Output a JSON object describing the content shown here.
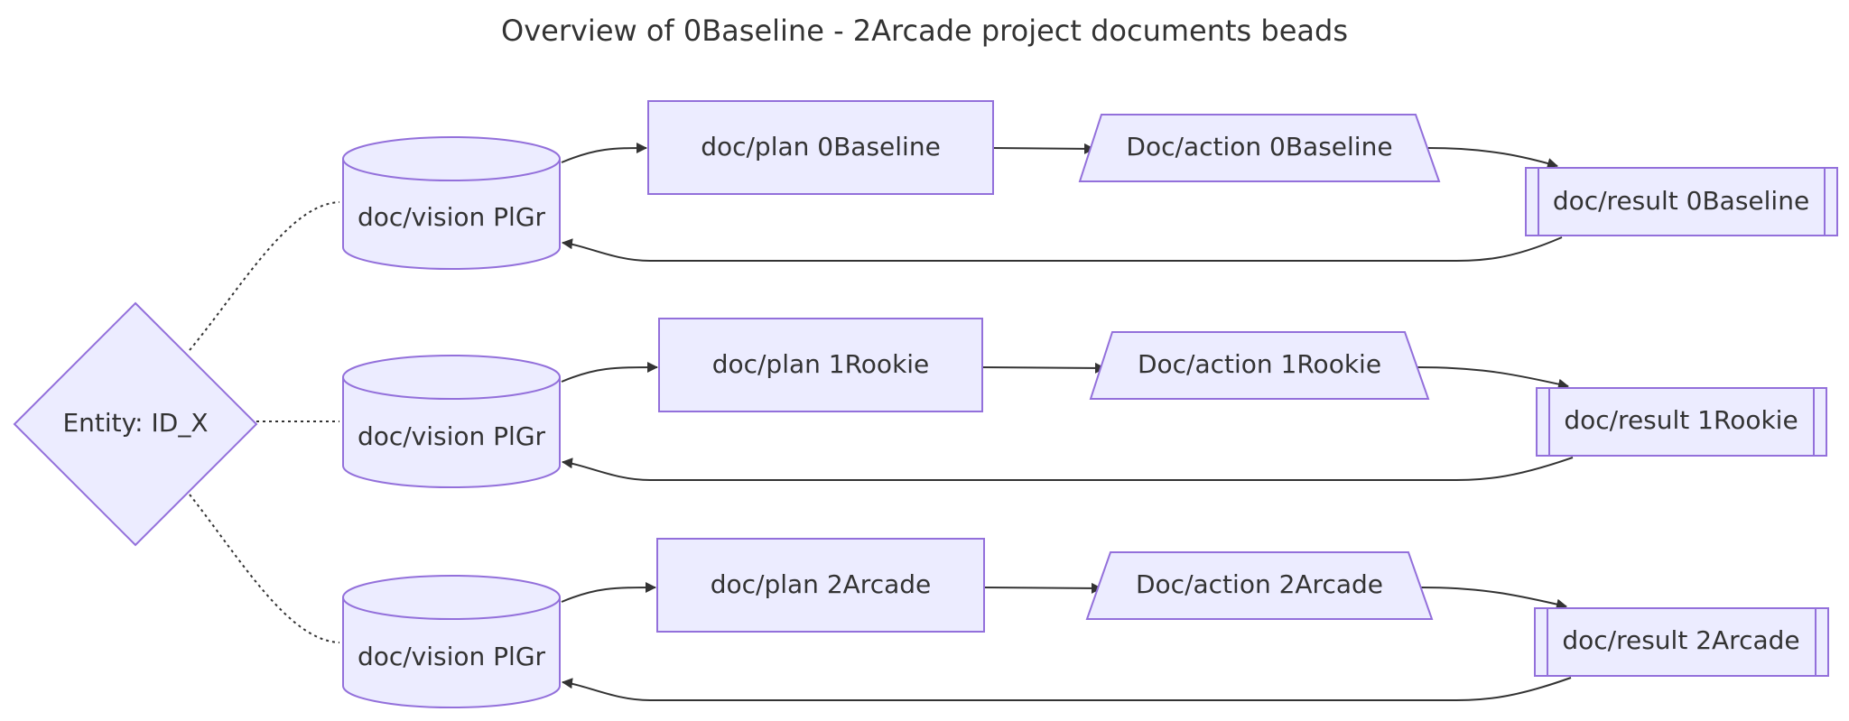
{
  "title": "Overview of 0Baseline - 2Arcade project documents beads",
  "colors": {
    "node_fill": "#ECECFF",
    "node_stroke": "#9370DB",
    "edge": "#333333",
    "text": "#333333"
  },
  "entity": {
    "label": "Entity: ID_X",
    "shape": "diamond"
  },
  "rows": [
    {
      "vision": "doc/vision PlGr",
      "plan": "doc/plan 0Baseline",
      "action": "Doc/action 0Baseline",
      "result": "doc/result 0Baseline"
    },
    {
      "vision": "doc/vision PlGr",
      "plan": "doc/plan 1Rookie",
      "action": "Doc/action 1Rookie",
      "result": "doc/result 1Rookie"
    },
    {
      "vision": "doc/vision PlGr",
      "plan": "doc/plan 2Arcade",
      "action": "Doc/action 2Arcade",
      "result": "doc/result 2Arcade"
    }
  ],
  "shapes": {
    "vision": "cylinder",
    "plan": "rectangle",
    "action": "trapezoid",
    "result": "subroutine"
  },
  "edges": [
    {
      "from": "entity",
      "to": "vision",
      "style": "dotted"
    },
    {
      "from": "vision",
      "to": "plan",
      "style": "arrow"
    },
    {
      "from": "plan",
      "to": "action",
      "style": "arrow"
    },
    {
      "from": "action",
      "to": "result",
      "style": "arrow"
    },
    {
      "from": "result",
      "to": "vision",
      "style": "arrow"
    }
  ]
}
